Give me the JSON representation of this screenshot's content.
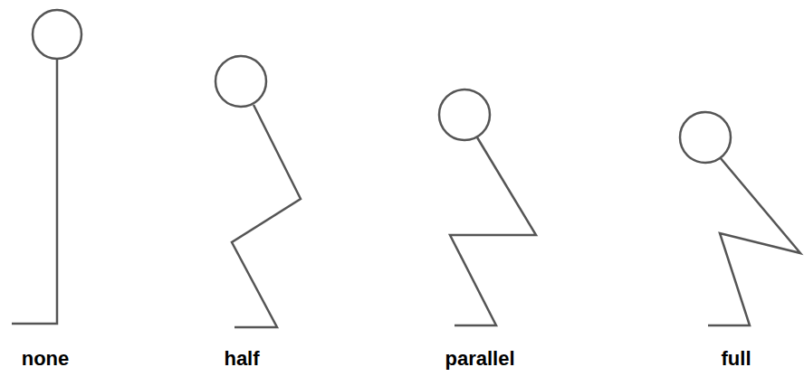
{
  "diagram": {
    "labels": [
      "none",
      "half",
      "parallel",
      "full"
    ]
  }
}
